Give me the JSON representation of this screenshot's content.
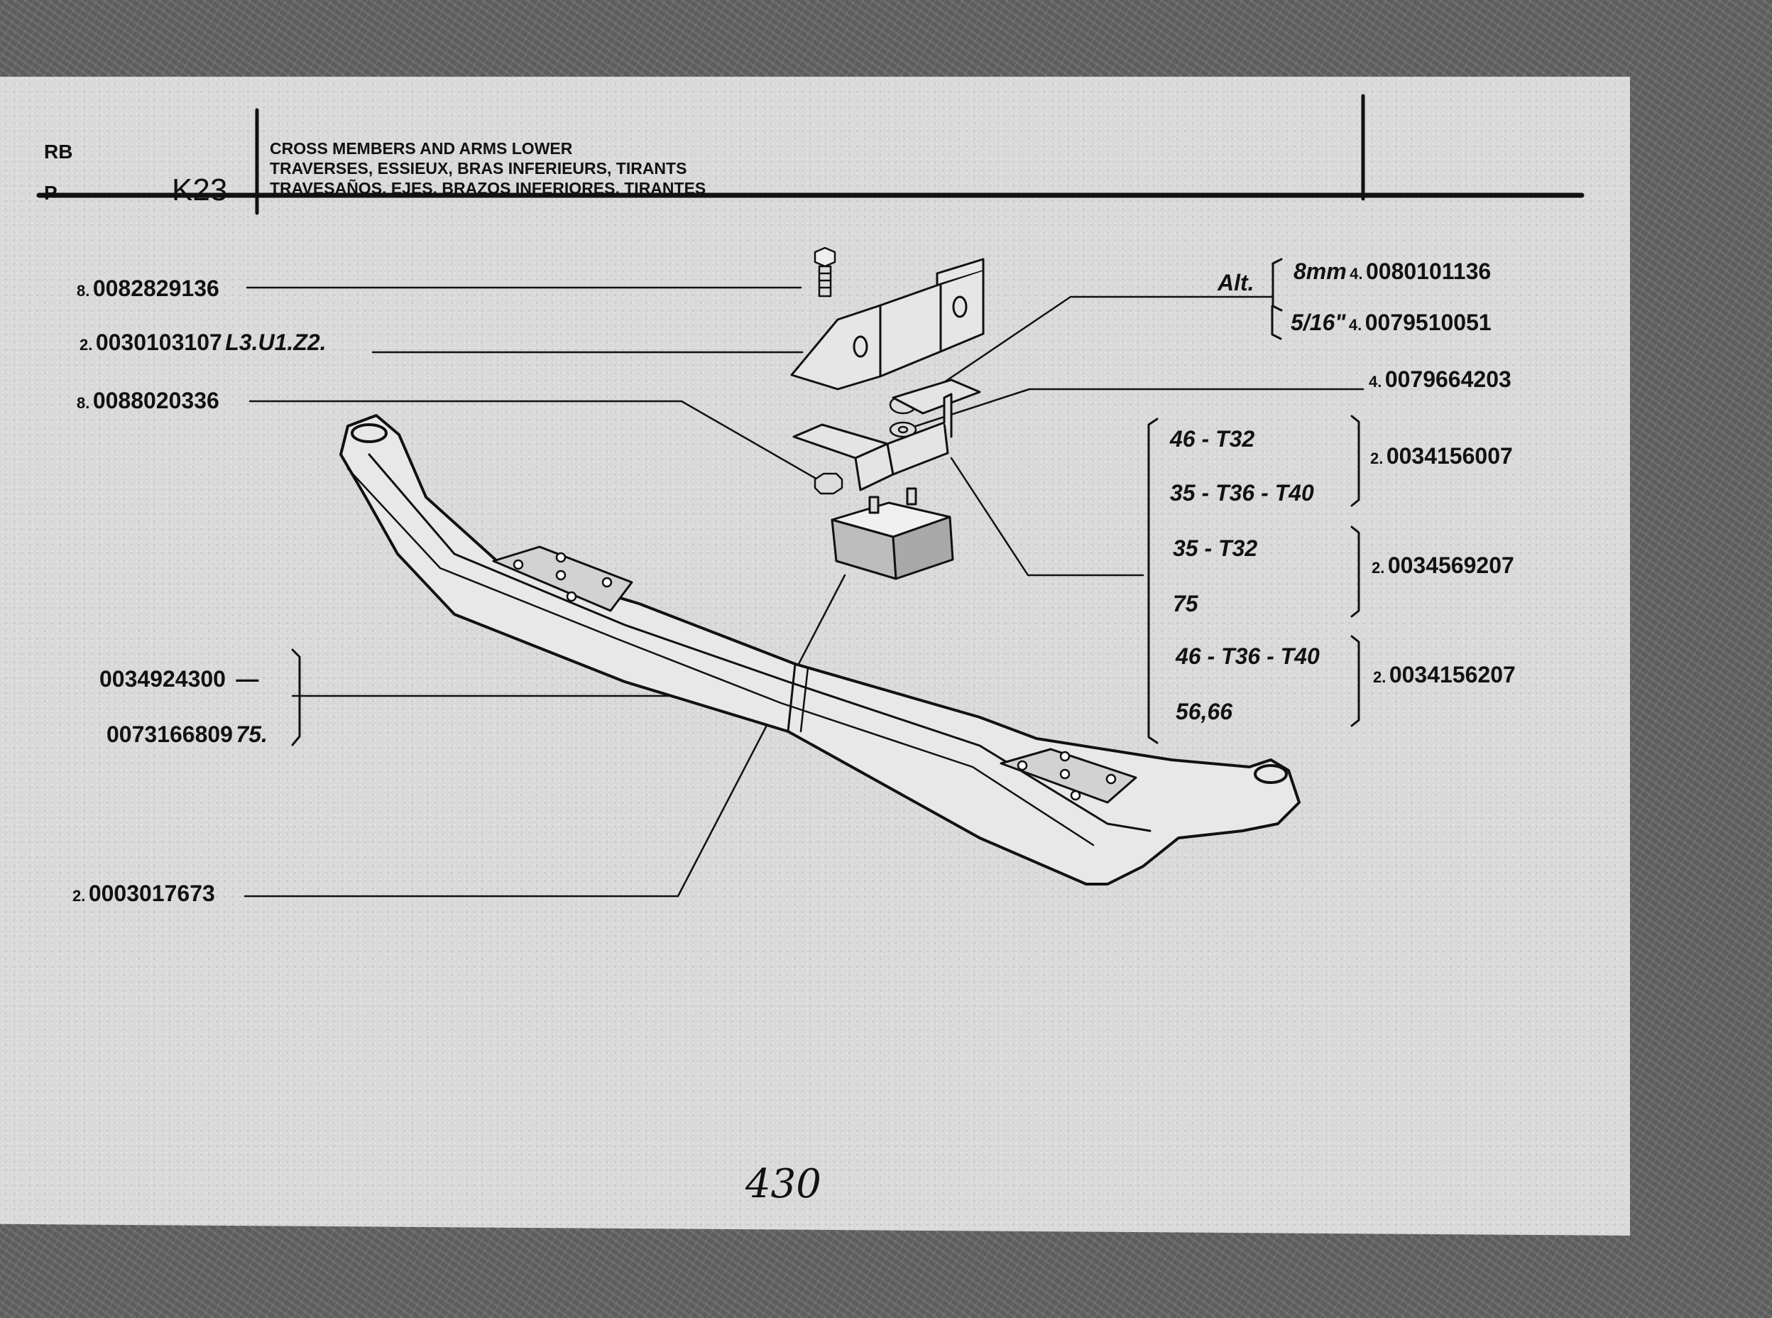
{
  "header": {
    "code_rb": "RB",
    "code_p": "P",
    "section": "K23",
    "title_en": "CROSS MEMBERS AND ARMS LOWER",
    "title_fr": "TRAVERSES, ESSIEUX, BRAS INFERIEURS, TIRANTS",
    "title_es": "TRAVESAÑOS, EJES, BRAZOS INFERIORES, TIRANTES"
  },
  "left_callouts": {
    "bolt": {
      "qty": "8.",
      "part": "0082829136"
    },
    "bracket": {
      "qty": "2.",
      "part": "0030103107",
      "suffix": "L3.U1.Z2."
    },
    "nut": {
      "qty": "8.",
      "part": "0088020336"
    },
    "crossmember_a": {
      "part": "0034924300",
      "suffix": "—"
    },
    "crossmember_b": {
      "part": "0073166809",
      "suffix": "75."
    },
    "rubber_block": {
      "qty": "2.",
      "part": "0003017673"
    }
  },
  "right_callouts": {
    "alt_label": "Alt.",
    "alt_a": {
      "size": "8mm",
      "qty": "4.",
      "part": "0080101136"
    },
    "alt_b": {
      "size": "5/16\"",
      "qty": "4.",
      "part": "0079510051"
    },
    "washer": {
      "qty": "4.",
      "part": "0079664203"
    },
    "group1": {
      "models_a": "46 - T32",
      "models_b": "35 - T36 - T40",
      "qty": "2.",
      "part": "0034156007"
    },
    "group2": {
      "models_a": "35 - T32",
      "models_b": "75",
      "qty": "2.",
      "part": "0034569207"
    },
    "group3": {
      "models_a": "46 - T36 - T40",
      "models_b": "56,66",
      "qty": "2.",
      "part": "0034156207"
    }
  },
  "page_number": "430"
}
